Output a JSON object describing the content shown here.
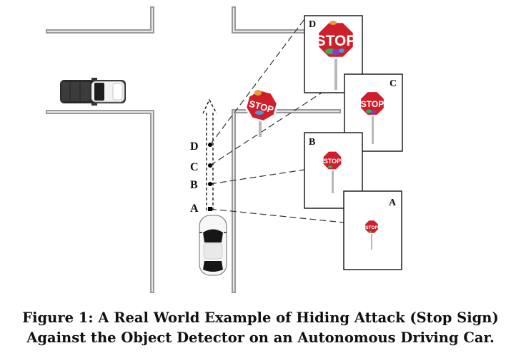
{
  "figure": {
    "point_labels": {
      "d": "D",
      "c": "C",
      "b": "B",
      "a": "A"
    },
    "panel_labels": {
      "d": "D",
      "c": "C",
      "b": "B",
      "a": "A"
    },
    "stop_sign_text": "STOP",
    "colors": {
      "sign_red": "#d01f2b",
      "road_edge": "#9a9a9a",
      "frame": "#111111"
    }
  },
  "caption": {
    "line1": "Figure 1: A Real World Example of Hiding Attack (Stop Sign)",
    "line2": "Against the Object Detector on an Autonomous Driving Car."
  }
}
